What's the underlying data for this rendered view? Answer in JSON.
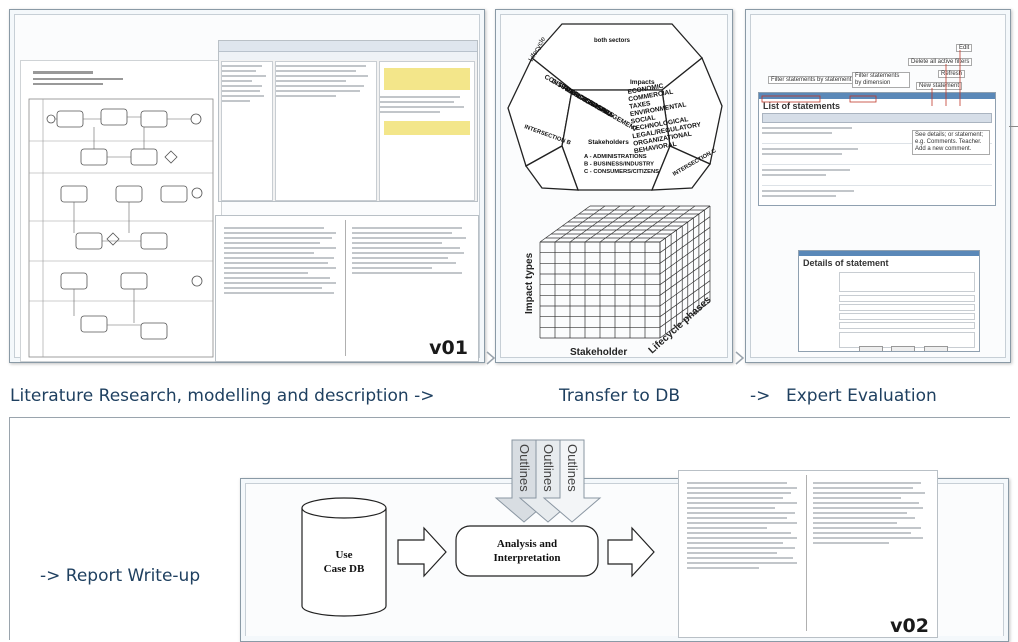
{
  "top_row": {
    "literature_label": "Literature Research, modelling and description ->",
    "transfer_label": "Transfer to DB",
    "arrow_label": "->",
    "expert_label": "Expert Evaluation",
    "doc_version": "v01"
  },
  "bottom_row": {
    "report_label": "-> Report Write-up",
    "db_label_line1": "Use",
    "db_label_line2": "Case DB",
    "analysis_line1": "Analysis and",
    "analysis_line2": "Interpretation",
    "outlines": [
      "Outlines",
      "Outlines",
      "Outlines"
    ],
    "doc_version": "v02"
  },
  "sectors_diagram": {
    "top_face": "both sectors",
    "left_face_title": "Lifecycle",
    "lifecycle_items": [
      "CONSUMER DISPOSAL",
      "DISPOSAL LOGISTICS",
      "PRODUCT DESIGN",
      "PROCESS MANAGEMENT",
      "PURCHASING"
    ],
    "right_face_title": "Impacts",
    "impact_items": [
      "ECONOMIC",
      "COMMERCIAL",
      "TAXES",
      "ENVIRONMENTAL",
      "SOCIAL",
      "TECHNOLOGICAL",
      "LEGAL/REGULATORY",
      "ORGANIZATIONAL",
      "BEHAVIORAL"
    ],
    "stakeholders_title": "Stakeholders",
    "stakeholder_items": [
      "A - ADMINISTRATIONS",
      "B - BUSINESS/INDUSTRY",
      "C - CONSUMERS/CITIZENS"
    ],
    "intersection_left": "INTERSECTION B",
    "intersection_right": "INTERSECTION C"
  },
  "cube": {
    "axis_impact": "Impact types",
    "axis_stakeholder": "Stakeholder",
    "axis_lifecycle": "Lifecycle phases"
  },
  "expert_ui": {
    "list_title": "List of statements",
    "details_title": "Details of statement",
    "callouts": {
      "edit": "Edit",
      "delete_filters": "Delete all active filters",
      "refresh": "Refresh",
      "new_statement": "New statement",
      "filter_text": "Filter statements by statement text",
      "filter_dimension": "Filter statements by dimension",
      "see_details": "See details; or statement; e.g. Comments. Teacher. Add a new comment."
    }
  },
  "colors": {
    "label_blue": "#1f4060",
    "panel_bg": "#f4f8fb",
    "panel_border": "#8a9aa6",
    "accent_red": "#c0392b"
  }
}
